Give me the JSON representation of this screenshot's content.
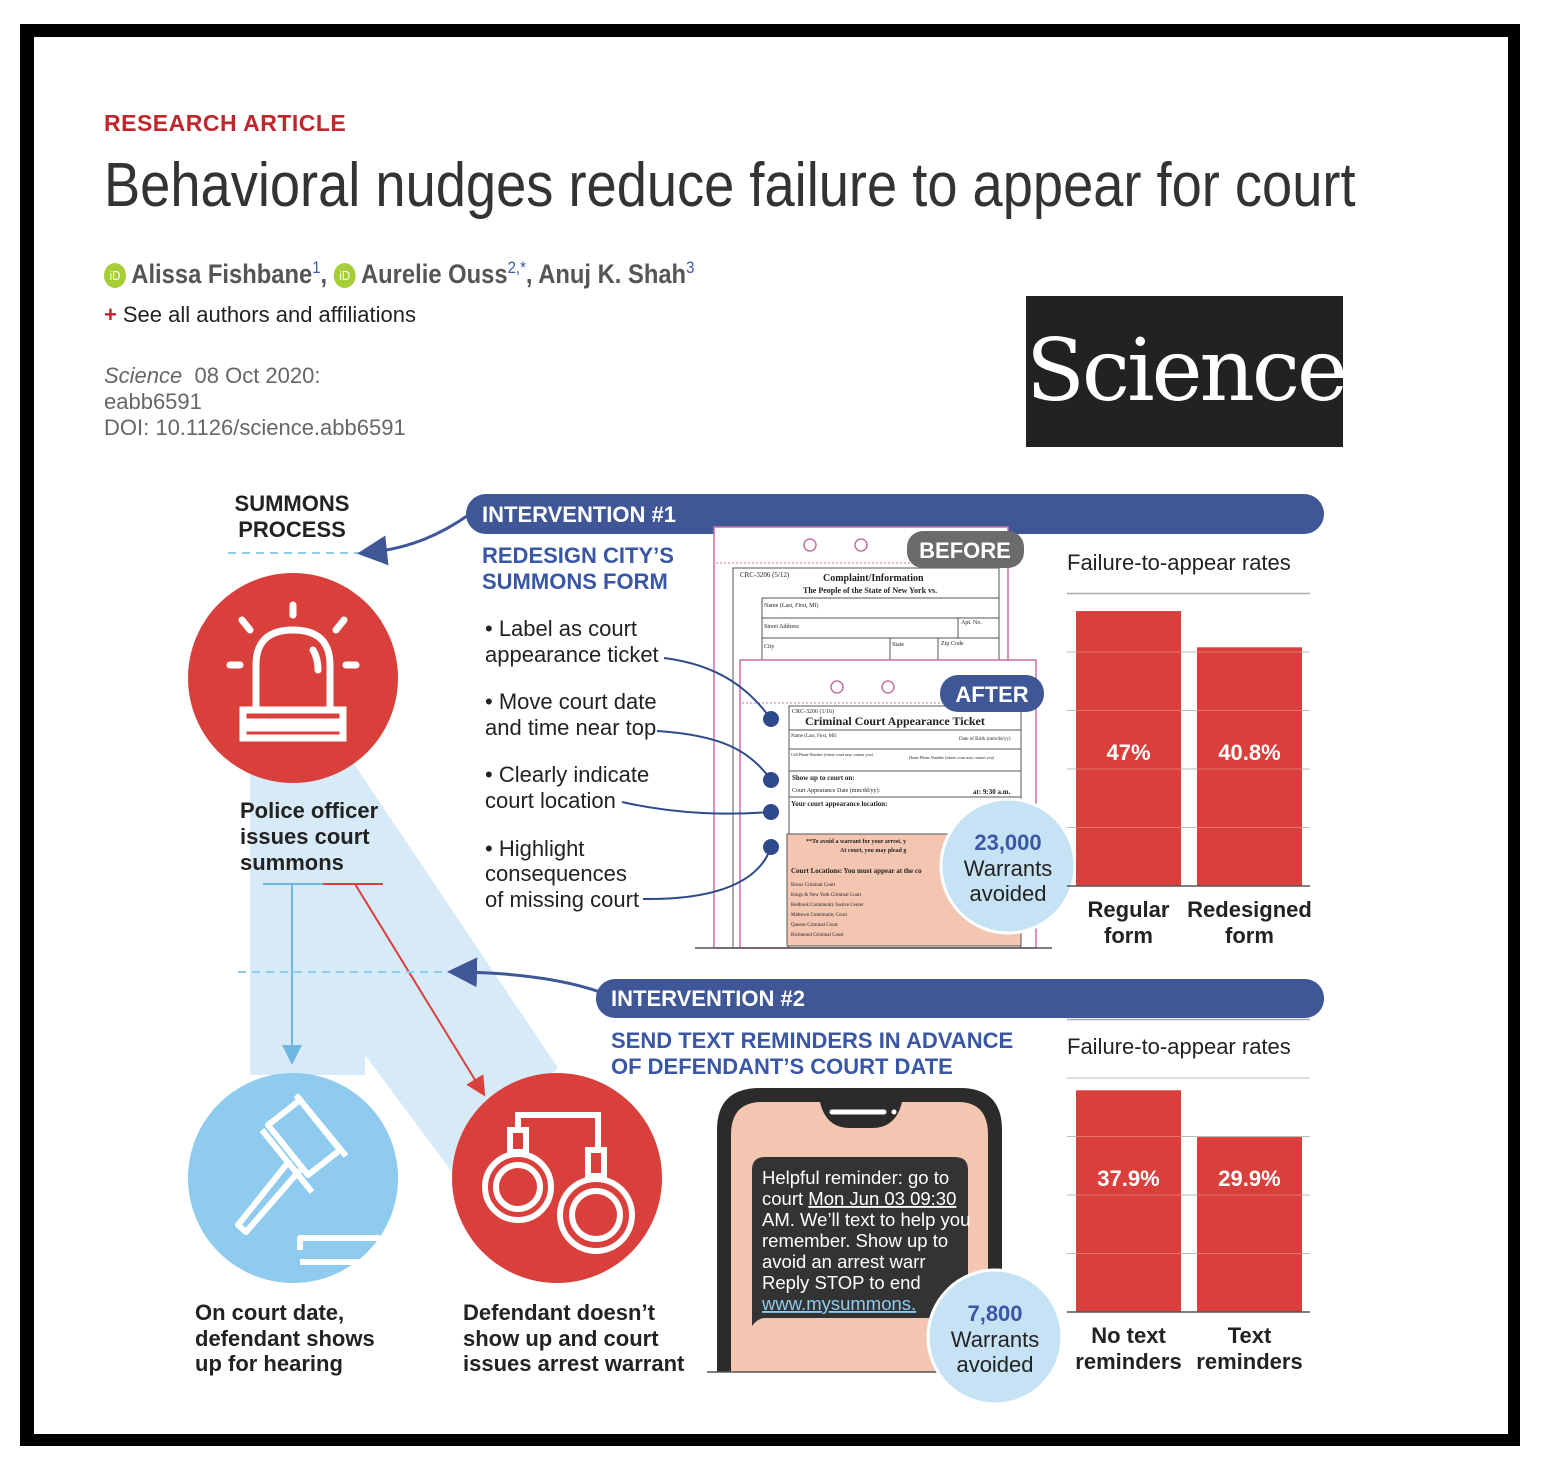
{
  "article": {
    "kicker": "RESEARCH ARTICLE",
    "title": "Behavioral nudges reduce failure to appear for court",
    "authors": [
      {
        "name": "Alissa Fishbane",
        "sup": "1",
        "orcid": true
      },
      {
        "name": "Aurelie Ouss",
        "sup": "2,*",
        "orcid": true
      },
      {
        "name": "Anuj K. Shah",
        "sup": "3",
        "orcid": false
      }
    ],
    "orcid_icon": "iD",
    "see_all": "See all authors and affiliations",
    "journal": "Science",
    "date": "08 Oct 2020:",
    "article_id": "eabb6591",
    "doi": "DOI: 10.1126/science.abb6591",
    "logo_text": "Science"
  },
  "infographic": {
    "colors": {
      "red": "#d9403c",
      "navy": "#3f5697",
      "light_blue": "#d6eaf8",
      "sky": "#8ecbee",
      "bubble": "#c6e3f5",
      "peach": "#f4c6b1"
    },
    "summons_process": [
      "SUMMONS",
      "PROCESS"
    ],
    "officer_caption": [
      "Police officer",
      "issues court",
      "summons"
    ],
    "shows_caption": [
      "On court date,",
      "defendant shows",
      "up for hearing"
    ],
    "warrant_caption": [
      "Defendant doesn’t",
      "show up and court",
      "issues arrest warrant"
    ],
    "icons": {
      "officer": "siren-icon",
      "shows": "gavel-icon",
      "warrant": "handcuffs-icon"
    },
    "intervention1": {
      "label": "INTERVENTION #1",
      "heading": [
        "REDESIGN CITY’S",
        "SUMMONS FORM"
      ],
      "bullets": [
        [
          "• Label as court",
          "appearance ticket"
        ],
        [
          "• Move court date",
          "and time near top"
        ],
        [
          "• Clearly indicate",
          "court location"
        ],
        [
          "• Highlight",
          "consequences",
          "of missing court"
        ]
      ],
      "before_badge": "BEFORE",
      "after_badge": "AFTER",
      "before_form": {
        "code": "CRC-3206 (5/12)",
        "title": "Complaint/Information",
        "subtitle": "The People of the State of New York vs.",
        "fields": [
          "Name (Last, First, MI)",
          "Street Address",
          "Apt. No.",
          "City",
          "State",
          "Zip Code"
        ]
      },
      "after_form": {
        "code": "CRC-3206 (1/16)",
        "title": "Criminal Court Appearance Ticket",
        "fields": [
          "Name (Last, First, MI)",
          "Date of Birth (mm/dd/yy)",
          "Cell Phone Number (where court may contact you)",
          "Home Phone Number (where court may contact you)",
          "Show up to court on:",
          "Court Appearance Date (mm/dd/yy):",
          "at: 9:30 a.m.",
          "Your court appearance location:",
          "**To avoid a warrant for your arrest, y",
          "At court, you may plead g",
          "Court Locations: You must appear at the co",
          "Bronx Criminal Court",
          "Kings & New York Criminal Court",
          "Redhook Community Justice Center",
          "Midtown Community Court",
          "Queens Criminal Court",
          "Richmond Criminal Court"
        ]
      },
      "impact_value": "23,000",
      "impact_label": [
        "Warrants",
        "avoided"
      ]
    },
    "intervention2": {
      "label": "INTERVENTION #2",
      "heading": [
        "SEND TEXT REMINDERS IN ADVANCE",
        "OF DEFENDANT’S COURT DATE"
      ],
      "sms_lines": [
        "Helpful reminder: go to",
        "court ",
        "Mon Jun 03 09:30",
        "AM. We’ll text to help you",
        "remember. Show up to",
        "avoid an arrest warr",
        "Reply STOP to end",
        "www.mysummons."
      ],
      "impact_value": "7,800",
      "impact_label": [
        "Warrants",
        "avoided"
      ]
    }
  },
  "chart_data": [
    {
      "type": "bar",
      "title": "Failure-to-appear rates",
      "categories": [
        [
          "Regular",
          "form"
        ],
        [
          "Redesigned",
          "form"
        ]
      ],
      "values": [
        47,
        40.8
      ],
      "labels": [
        "47%",
        "40.8%"
      ],
      "unit": "%",
      "ylim": [
        0,
        50
      ],
      "grid": true,
      "color": "#d9403c"
    },
    {
      "type": "bar",
      "title": "Failure-to-appear rates",
      "categories": [
        [
          "No text",
          "reminders"
        ],
        [
          "Text",
          "reminders"
        ]
      ],
      "values": [
        37.9,
        29.9
      ],
      "labels": [
        "37.9%",
        "29.9%"
      ],
      "unit": "%",
      "ylim": [
        0,
        50
      ],
      "grid": true,
      "color": "#d9403c"
    }
  ]
}
